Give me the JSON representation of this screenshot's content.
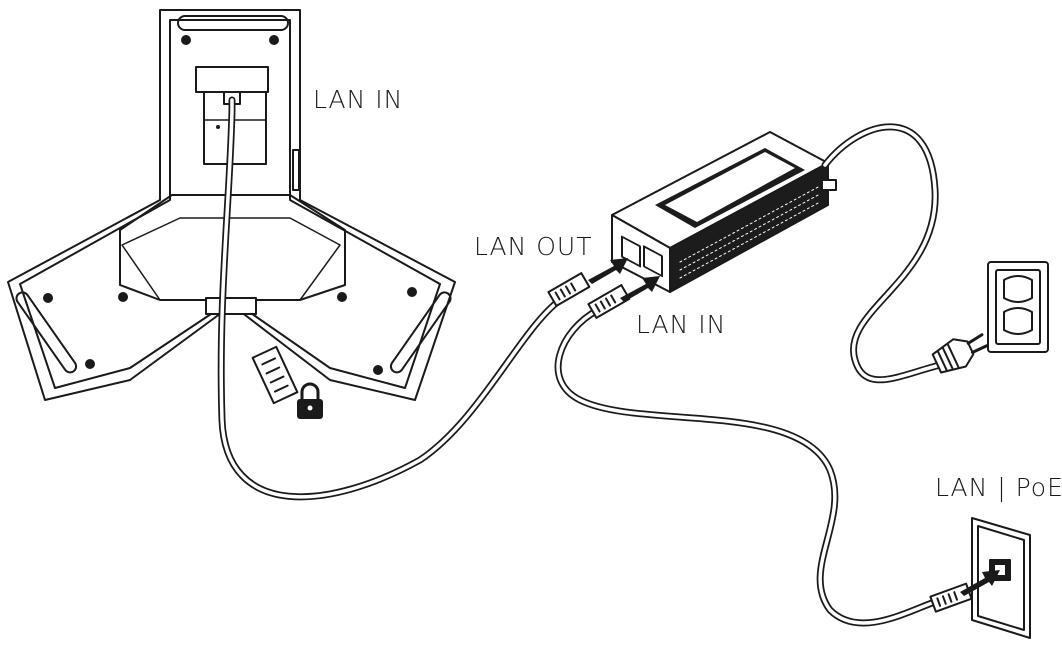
{
  "labels": {
    "phone_lan_in": "LAN IN",
    "injector_lan_out": "LAN OUT",
    "injector_lan_in": "LAN IN",
    "wall_jack": "LAN | PoE"
  },
  "colors": {
    "stroke": "#1a1a1a",
    "injector_body": "#1c1c1c",
    "background": "#ffffff"
  },
  "icons": [
    "lock-icon",
    "power-plug-icon",
    "rj45-plug-icon",
    "arrow-icon"
  ]
}
